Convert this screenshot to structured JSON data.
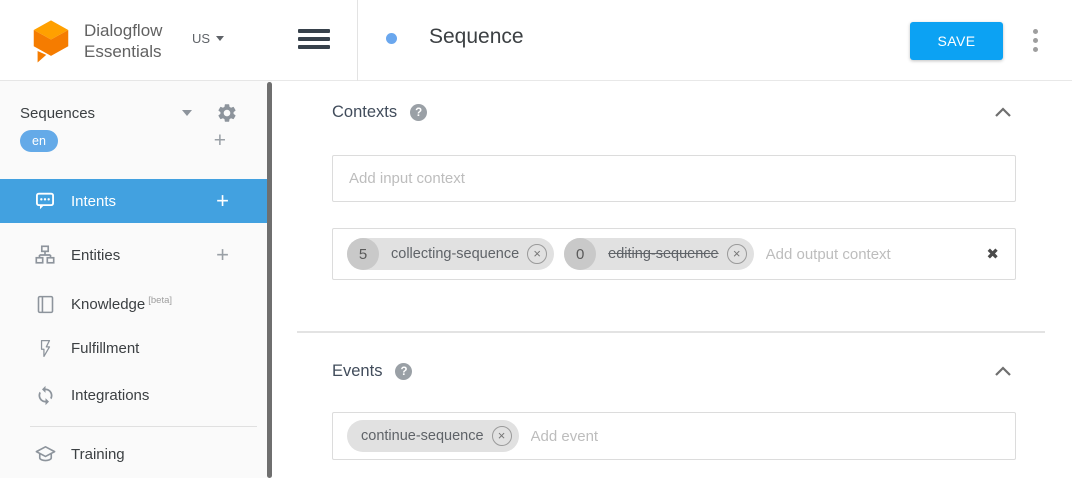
{
  "app": {
    "brand_line1": "Dialogflow",
    "brand_line2": "Essentials",
    "region": "US"
  },
  "sidebar": {
    "agent_name": "Sequences",
    "language_badge": "en",
    "add_language_label": "+",
    "items": [
      {
        "label": "Intents",
        "icon": "chat-bubble-icon",
        "action": "+",
        "active": true
      },
      {
        "label": "Entities",
        "icon": "entity-graph-icon",
        "action": "+",
        "active": false
      },
      {
        "label": "Knowledge",
        "suffix": "[beta]",
        "icon": "book-icon",
        "active": false
      },
      {
        "label": "Fulfillment",
        "icon": "lightning-bolt-icon",
        "active": false
      },
      {
        "label": "Integrations",
        "icon": "sync-arrows-icon",
        "active": false
      },
      {
        "label": "Training",
        "icon": "graduation-cap-icon",
        "active": false
      }
    ]
  },
  "header": {
    "title": "Sequence",
    "save_label": "SAVE"
  },
  "contexts": {
    "heading": "Contexts",
    "input_placeholder": "Add input context",
    "output_placeholder": "Add output context",
    "output_chips": [
      {
        "count": "5",
        "label": "collecting-sequence",
        "strikethrough": false
      },
      {
        "count": "0",
        "label": "editing-sequence",
        "strikethrough": true
      }
    ]
  },
  "events": {
    "heading": "Events",
    "placeholder": "Add event",
    "chips": [
      {
        "label": "continue-sequence"
      }
    ]
  },
  "icons": {
    "question": "?",
    "chip_close": "×",
    "row_clear": "✖"
  },
  "colors": {
    "active": "#42a1e0",
    "save": "#0ca2f3",
    "badge": "#64aae8",
    "dot": "#6aa7ee",
    "scrollbar": "#6f6f6f",
    "brand_top": "#ffa000",
    "brand_body": "#f57c00"
  }
}
